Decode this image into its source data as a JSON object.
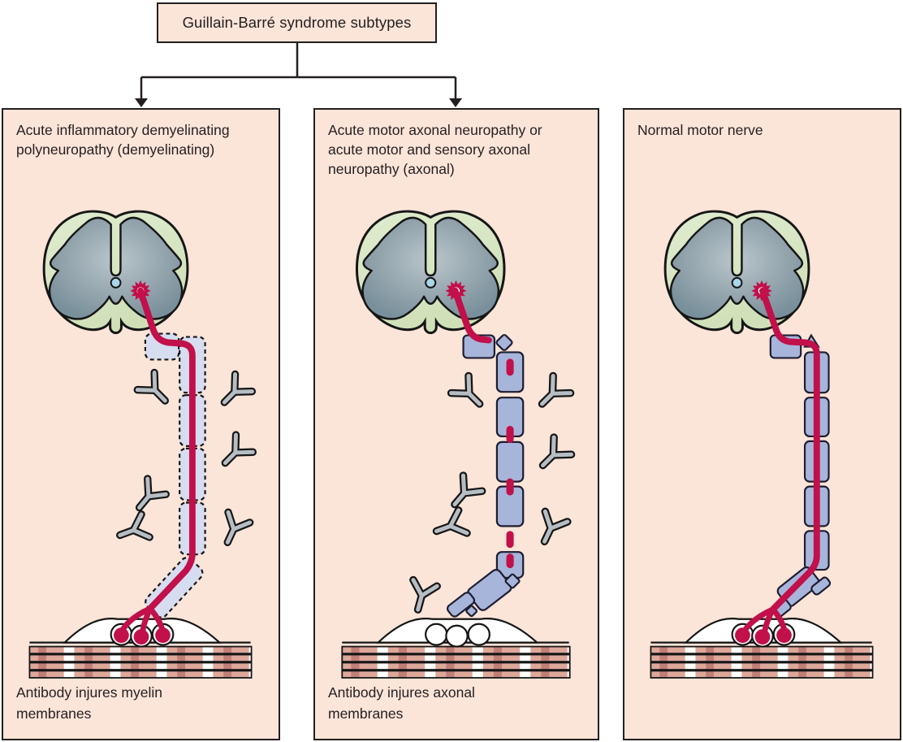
{
  "header": {
    "title": "Guillain-Barré syndrome subtypes"
  },
  "panels": {
    "aidp": {
      "title": "Acute inflammatory demyelinating polyneuropathy (demyelinating)",
      "caption": "Antibody injures myelin membranes"
    },
    "aman": {
      "title": "Acute motor axonal neuropathy or acute motor and sensory axonal neuropathy (axonal)",
      "caption": "Antibody injures axonal membranes"
    },
    "normal": {
      "title": "Normal motor nerve",
      "caption": ""
    }
  },
  "figure_elements": {
    "spinal_cord": "spinal-cord-cross-section",
    "neuron": "motor-neuron-cell-body",
    "axon": "motor-axon",
    "myelin": "myelin-sheath-segments",
    "antibody": "antibody",
    "junction": "neuromuscular-junction",
    "muscle": "muscle-fibers"
  },
  "colors": {
    "panel-bg": "#fbe4d8",
    "border": "#231f20",
    "text": "#231f20",
    "ink": "#161616",
    "axon": "#c1104a",
    "myelin-light": "#d6ddf0",
    "myelin-solid": "#a7b5da",
    "cord-green": "#d7e5c2",
    "gray-matter": "#8a9ca6",
    "canal": "#a9d6e8",
    "ab": "#b6bec4",
    "muscle-salmon": "#dda79a",
    "muscle-dark": "#bf7f78"
  }
}
